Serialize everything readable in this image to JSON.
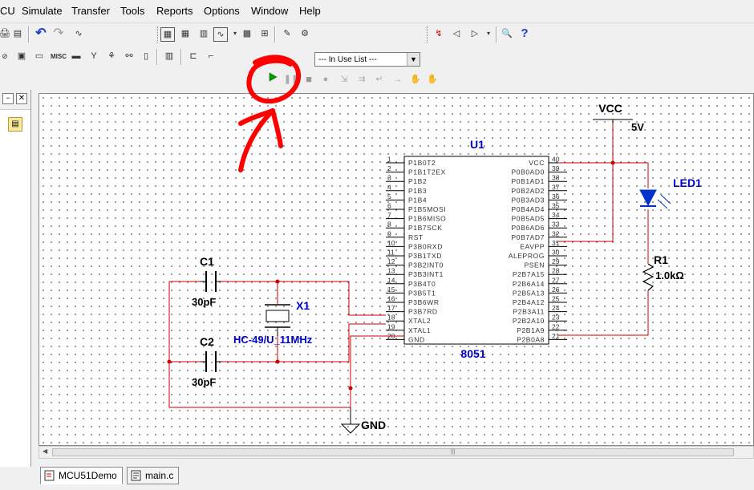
{
  "menu": [
    "CU",
    "Simulate",
    "Transfer",
    "Tools",
    "Reports",
    "Options",
    "Window",
    "Help"
  ],
  "toolbar": {
    "in_use_list": "--- In Use List ---",
    "misc_label": "MISC"
  },
  "tabs": [
    {
      "label": "MCU51Demo",
      "active": true
    },
    {
      "label": "main.c",
      "active": false
    }
  ],
  "schematic": {
    "chip": {
      "ref": "U1",
      "part": "8051",
      "left_pins": [
        {
          "num": "1",
          "name": "P1B0T2"
        },
        {
          "num": "2",
          "name": "P1B1T2EX"
        },
        {
          "num": "3",
          "name": "P1B2"
        },
        {
          "num": "4",
          "name": "P1B3"
        },
        {
          "num": "5",
          "name": "P1B4"
        },
        {
          "num": "6",
          "name": "P1B5MOSI"
        },
        {
          "num": "7",
          "name": "P1B6MISO"
        },
        {
          "num": "8",
          "name": "P1B7SCK"
        },
        {
          "num": "9",
          "name": "RST"
        },
        {
          "num": "10",
          "name": "P3B0RXD"
        },
        {
          "num": "11",
          "name": "P3B1TXD"
        },
        {
          "num": "12",
          "name": "P3B2INT0"
        },
        {
          "num": "13",
          "name": "P3B3INT1"
        },
        {
          "num": "14",
          "name": "P3B4T0"
        },
        {
          "num": "15",
          "name": "P3B5T1"
        },
        {
          "num": "16",
          "name": "P3B6WR"
        },
        {
          "num": "17",
          "name": "P3B7RD"
        },
        {
          "num": "18",
          "name": "XTAL2"
        },
        {
          "num": "19",
          "name": "XTAL1"
        },
        {
          "num": "20",
          "name": "GND"
        }
      ],
      "right_pins": [
        {
          "num": "40",
          "name": "VCC"
        },
        {
          "num": "39",
          "name": "P0B0AD0"
        },
        {
          "num": "38",
          "name": "P0B1AD1"
        },
        {
          "num": "37",
          "name": "P0B2AD2"
        },
        {
          "num": "36",
          "name": "P0B3AD3"
        },
        {
          "num": "35",
          "name": "P0B4AD4"
        },
        {
          "num": "34",
          "name": "P0B5AD5"
        },
        {
          "num": "33",
          "name": "P0B6AD6"
        },
        {
          "num": "32",
          "name": "P0B7AD7"
        },
        {
          "num": "31",
          "name": "EAVPP"
        },
        {
          "num": "30",
          "name": "ALEPROG"
        },
        {
          "num": "29",
          "name": "PSEN"
        },
        {
          "num": "28",
          "name": "P2B7A15"
        },
        {
          "num": "27",
          "name": "P2B6A14"
        },
        {
          "num": "26",
          "name": "P2B5A13"
        },
        {
          "num": "25",
          "name": "P2B4A12"
        },
        {
          "num": "24",
          "name": "P2B3A11"
        },
        {
          "num": "23",
          "name": "P2B2A10"
        },
        {
          "num": "22",
          "name": "P2B1A9"
        },
        {
          "num": "21",
          "name": "P2B0A8"
        }
      ]
    },
    "vcc": {
      "label": "VCC",
      "value": "5V"
    },
    "gnd": {
      "label": "GND"
    },
    "led": {
      "ref": "LED1"
    },
    "resistor": {
      "ref": "R1",
      "value": "1.0kΩ"
    },
    "c1": {
      "ref": "C1",
      "value": "30pF"
    },
    "c2": {
      "ref": "C2",
      "value": "30pF"
    },
    "crystal": {
      "ref": "X1",
      "value": "HC-49/U_11MHz"
    }
  },
  "colors": {
    "wire": "#cc0000",
    "blue_label": "#0000cc",
    "annotation": "#ff0000",
    "pin_text": "#333333",
    "run_green": "#00a000"
  }
}
